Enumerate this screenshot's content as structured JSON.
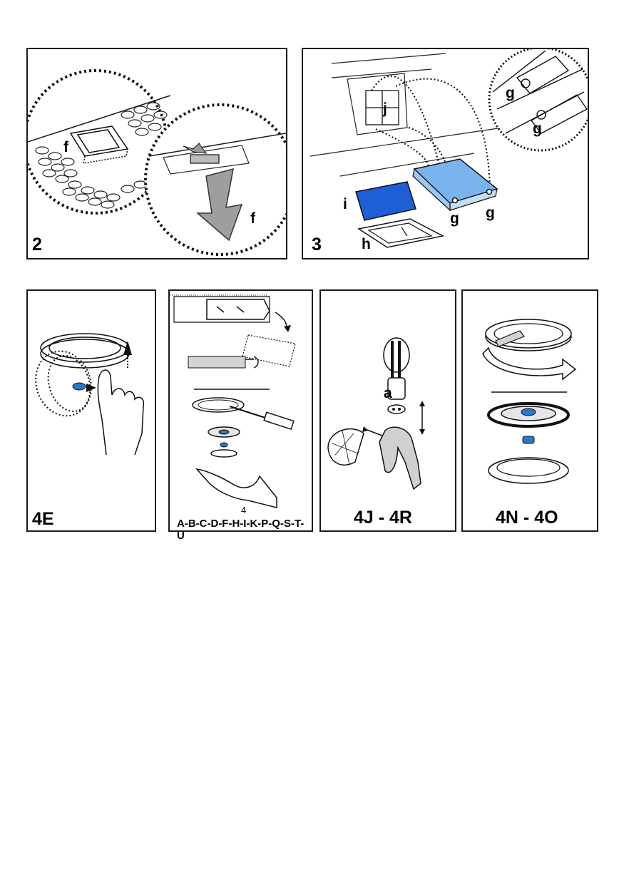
{
  "panels": {
    "p2": {
      "label": "2",
      "callouts": {
        "f_left": "f",
        "f_right": "f"
      }
    },
    "p3": {
      "label": "3",
      "callouts": {
        "j": "j",
        "i": "i",
        "h": "h",
        "g1": "g",
        "g2": "g",
        "g3": "g",
        "g4": "g"
      }
    },
    "p4e": {
      "label": "4E"
    },
    "p4lamps": {
      "number": "4",
      "label": "A-B-C-D-F-H-I-K-P-Q-S-T-U"
    },
    "p4jr": {
      "label": "4J - 4R",
      "callouts": {
        "a": "a"
      }
    },
    "p4no": {
      "label": "4N - 4O"
    }
  },
  "colors": {
    "filter_blue": "#1f5fd6",
    "carbon_blue": "#7ab4ee",
    "bulb_blue": "#2a78c8",
    "line": "#1a1a1a"
  }
}
